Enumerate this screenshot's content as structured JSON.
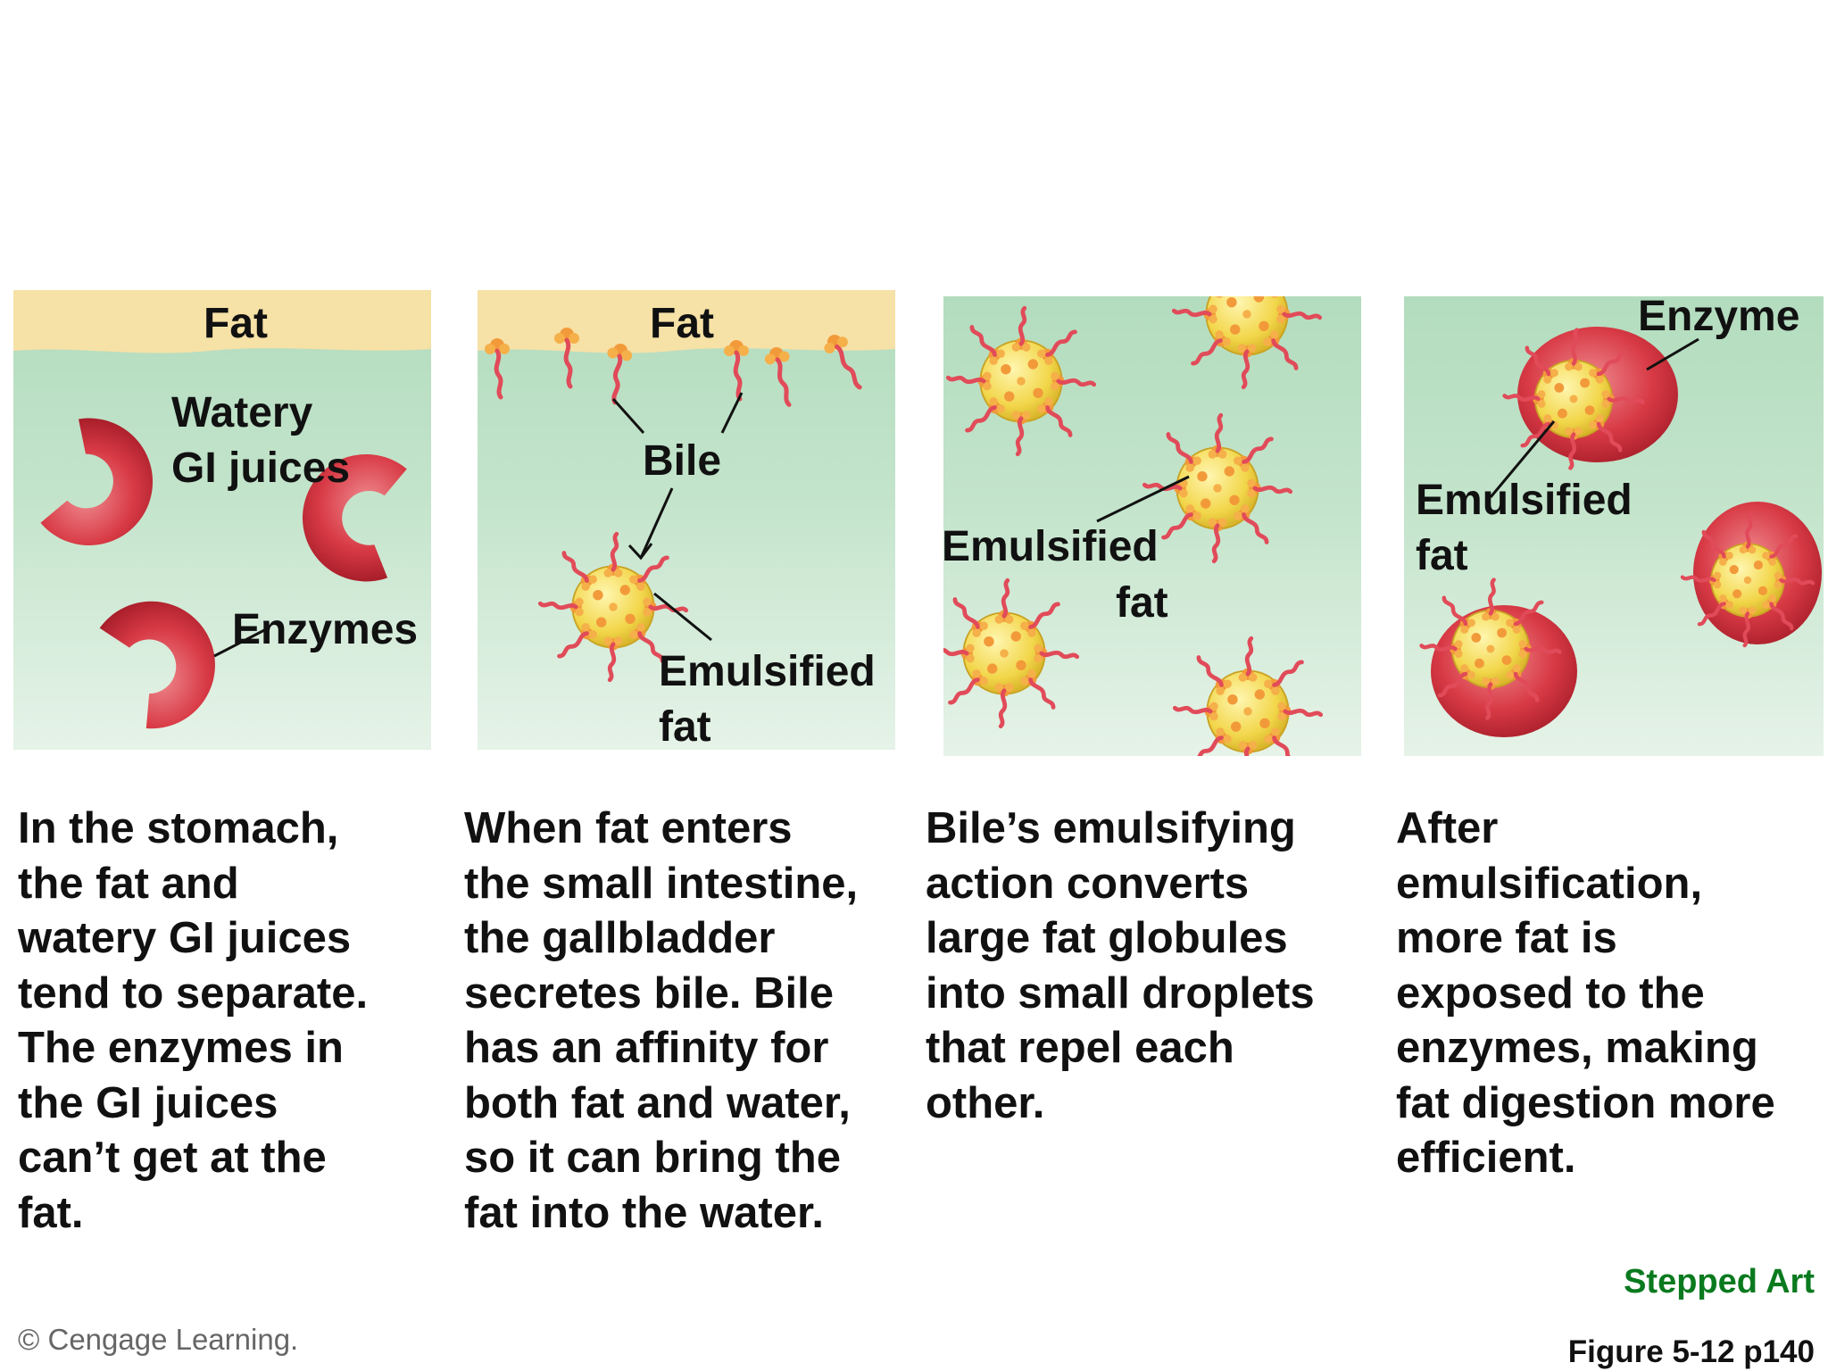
{
  "panels": [
    {
      "labels": {
        "fat": "Fat",
        "watery": "Watery\nGI juices",
        "enzymes": "Enzymes"
      },
      "caption": "In the stomach,\nthe fat and\nwatery GI juices\ntend to separate.\nThe enzymes in\nthe GI juices\ncan’t get at the\nfat."
    },
    {
      "labels": {
        "fat": "Fat",
        "bile": "Bile",
        "emulsified": "Emulsified\nfat"
      },
      "caption": "When fat enters\nthe small intestine,\nthe gallbladder\nsecretes bile. Bile\nhas an affinity for\nboth fat and water,\nso it can bring the\nfat into the water."
    },
    {
      "labels": {
        "emulsified_a": "Emulsified",
        "emulsified_b": "fat"
      },
      "caption": "Bile’s emulsifying\naction converts\nlarge fat globules\ninto small droplets\nthat repel each\nother."
    },
    {
      "labels": {
        "enzyme": "Enzyme",
        "emulsified": "Emulsified\nfat"
      },
      "caption": "After\nemulsification,\nmore fat is\nexposed to the\nenzymes, making\nfat digestion more\nefficient."
    }
  ],
  "footer": {
    "stepped_art": "Stepped Art",
    "figure": "Figure 5-12 p140",
    "copyright": "© Cengage Learning."
  },
  "colors": {
    "fat_layer": "#f6e1a6",
    "water": "#b8dfc3",
    "enzyme": "#d93a44",
    "droplet": "#f5d84a",
    "bile": "#e8505a",
    "stepped_art": "#0a7a1f"
  }
}
